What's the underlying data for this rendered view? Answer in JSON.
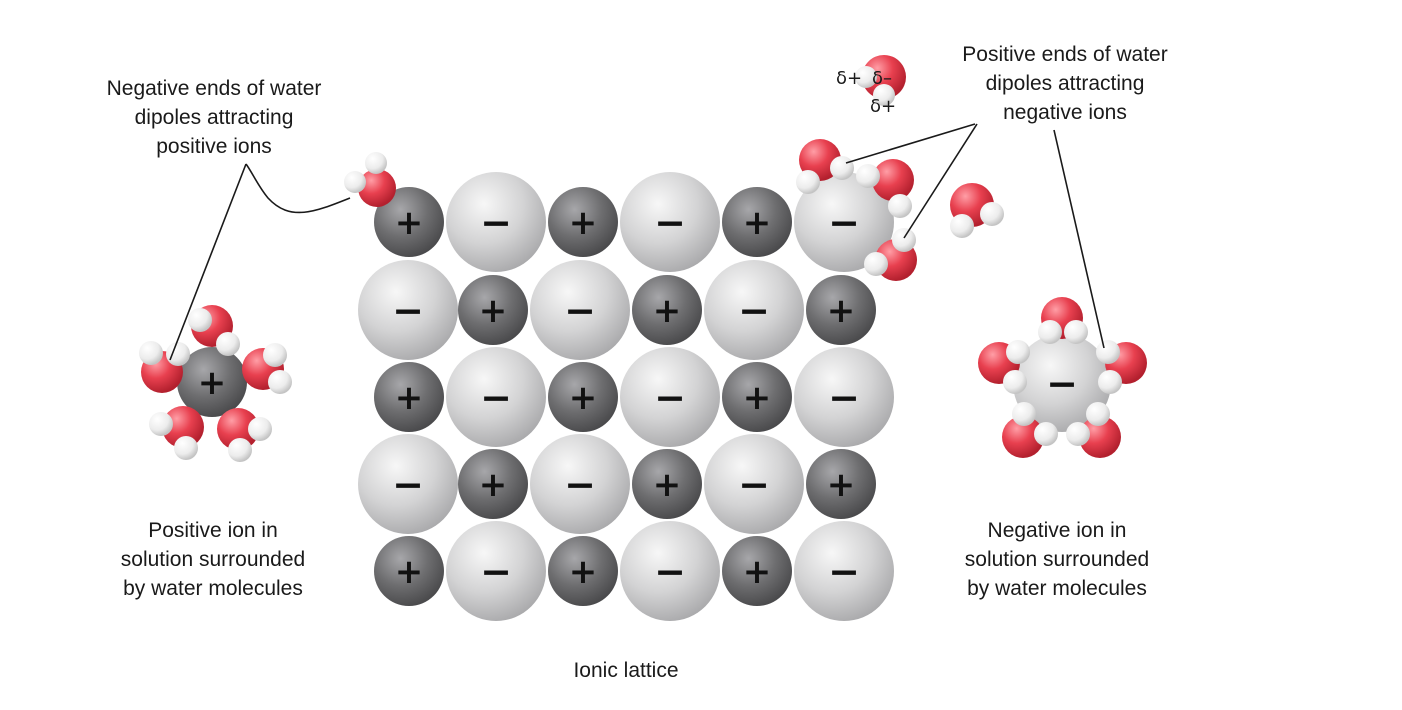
{
  "labels": {
    "negative_ends": [
      "Negative ends of water",
      "dipoles attracting",
      "positive ions"
    ],
    "positive_ends": [
      "Positive ends of water",
      "dipoles attracting",
      "negative ions"
    ],
    "positive_ion": [
      "Positive ion in",
      "solution surrounded",
      "by water molecules"
    ],
    "negative_ion": [
      "Negative ion in",
      "solution surrounded",
      "by water molecules"
    ],
    "lattice": "Ionic lattice"
  },
  "signs": {
    "positive": "+",
    "negative": "−"
  },
  "dipole_legend": {
    "delta_plus": "δ+",
    "delta_minus": "δ–"
  },
  "lattice": {
    "rows": [
      [
        "+",
        "-",
        "+",
        "-",
        "+",
        "-"
      ],
      [
        "-",
        "+",
        "-",
        "+",
        "-",
        "+"
      ],
      [
        "+",
        "-",
        "+",
        "-",
        "+",
        "-"
      ],
      [
        "-",
        "+",
        "-",
        "+",
        "-",
        "+"
      ],
      [
        "+",
        "-",
        "+",
        "-",
        "+",
        "-"
      ]
    ]
  },
  "colors": {
    "oxygen": "#e8404f",
    "hydrogen": "#f2f2f2",
    "positive_ion": "#6e6e70",
    "negative_ion": "#cfcfd0",
    "line": "#1a1a1a"
  }
}
